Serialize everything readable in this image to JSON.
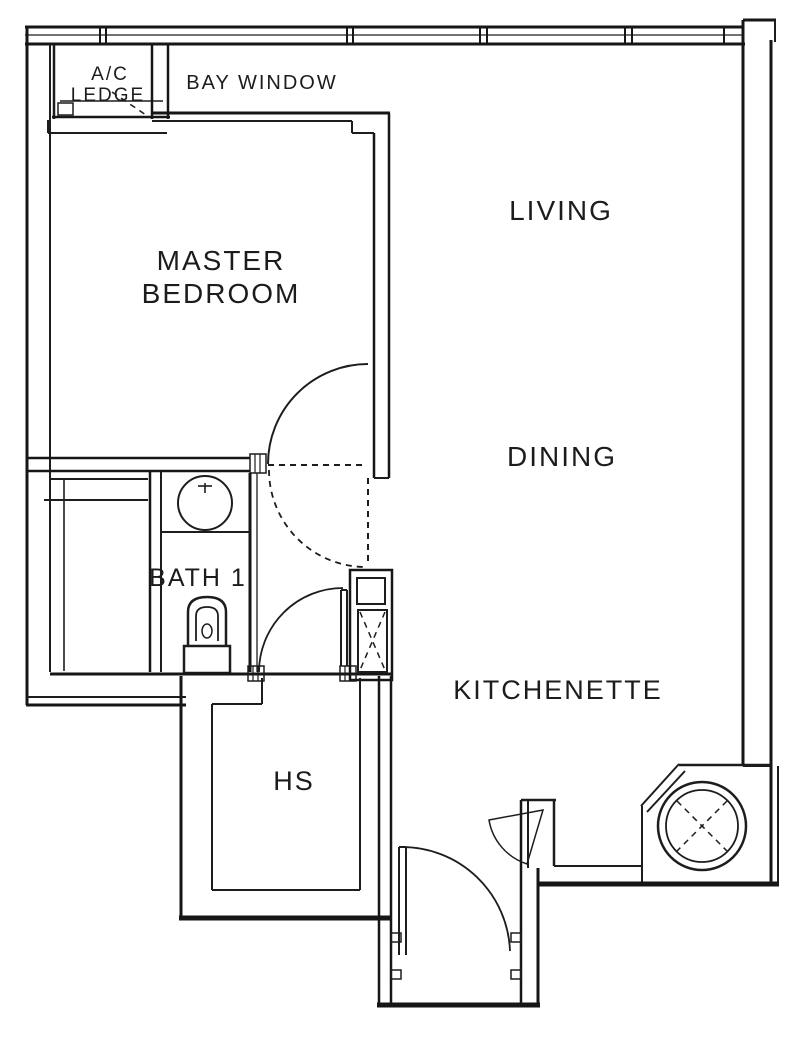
{
  "title": "Apartment floor plan",
  "labels": {
    "ac_ledge_line1": "A/C",
    "ac_ledge_line2": "LEDGE",
    "bay_window": "BAY WINDOW",
    "master_bedroom_line1": "MASTER",
    "master_bedroom_line2": "BEDROOM",
    "living": "LIVING",
    "dining": "DINING",
    "bath": "BATH 1",
    "kitchenette": "KITCHENETTE",
    "household_shelter": "HS"
  },
  "fixtures": {
    "toilet": "toilet-icon",
    "wash_basin": "wash-basin-icon",
    "kitchen_sink": "kitchen-sink-icon",
    "service_duct": "service-duct-icon",
    "wardrobe": "wardrobe-lines",
    "doors": [
      "bedroom-door-arc",
      "bath-door-arc-dashed",
      "corridor-door-arc",
      "entry-door-arc",
      "cabinet-door-fan"
    ]
  },
  "colors": {
    "line": "#161616",
    "text": "#1c1c1c",
    "background": "#ffffff"
  }
}
